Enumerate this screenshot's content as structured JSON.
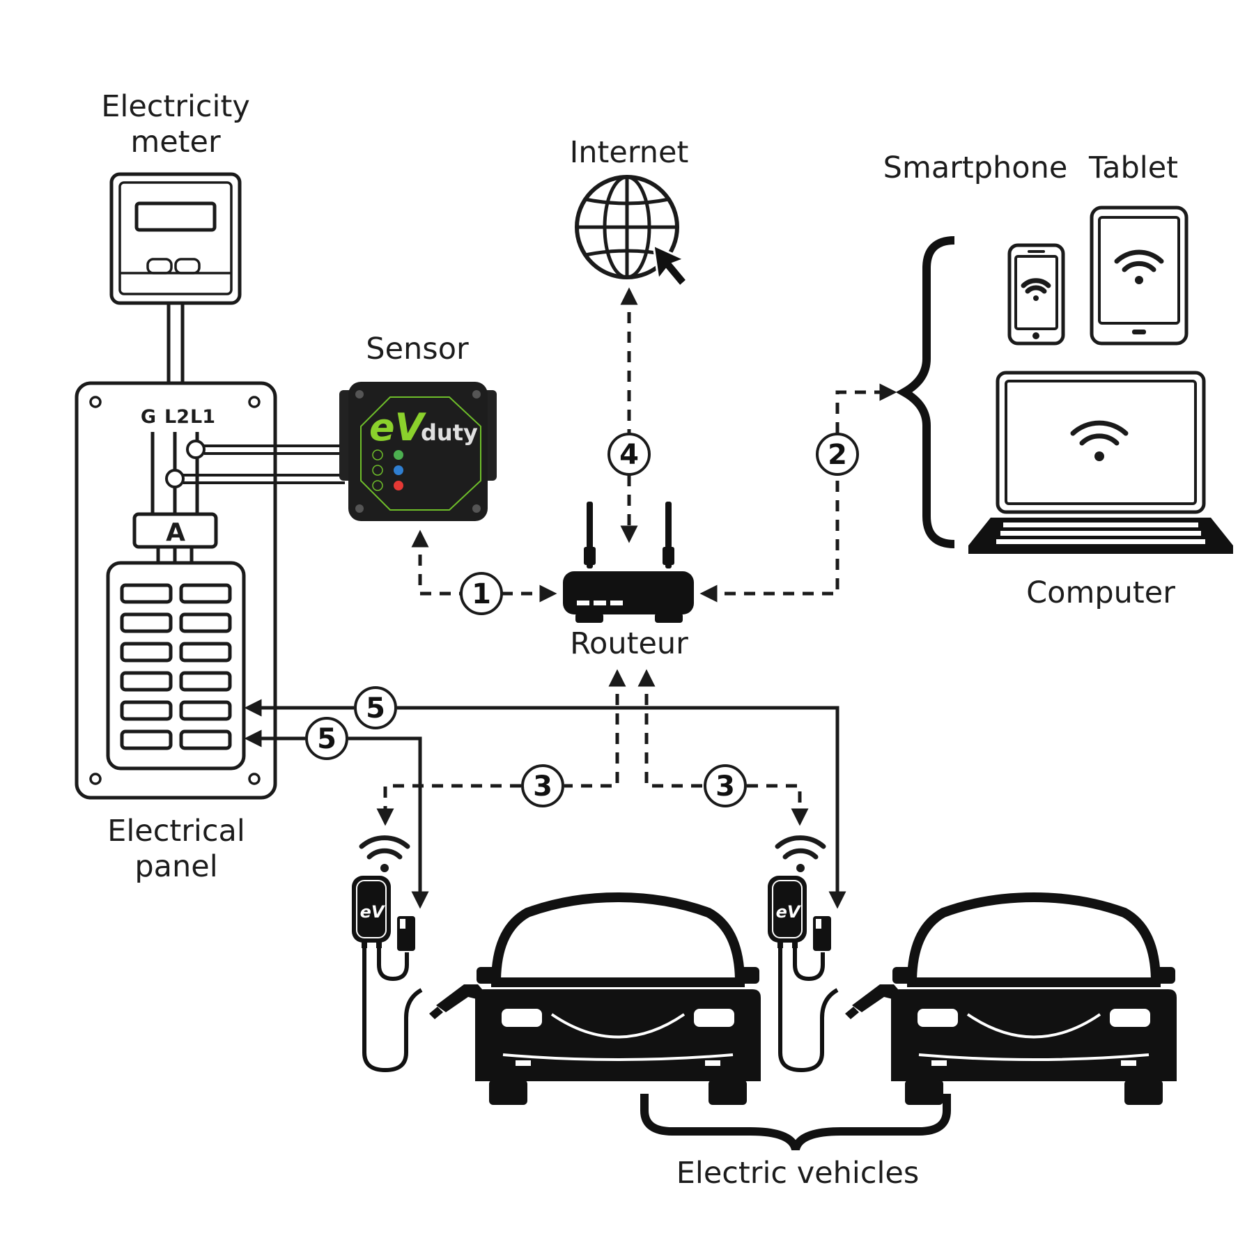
{
  "labels": {
    "electricity_meter_line1": "Electricity",
    "electricity_meter_line2": "meter",
    "internet": "Internet",
    "smartphone": "Smartphone",
    "tablet": "Tablet",
    "sensor": "Sensor",
    "computer": "Computer",
    "router": "Routeur",
    "electrical_panel_line1": "Electrical",
    "electrical_panel_line2": "panel",
    "electric_vehicles": "Electric vehicles"
  },
  "panel": {
    "terminal_g": "G",
    "terminal_l2": "L2",
    "terminal_l1": "L1",
    "main_breaker": "A"
  },
  "sensor_device": {
    "logo_ev": "eV",
    "logo_duty": "duty",
    "accent_color": "#6fbf2a",
    "led_colors": [
      "#4caf50",
      "#2f7fd1",
      "#e53935"
    ]
  },
  "charger_logo": "eV",
  "connections": {
    "sensor_router": "1",
    "router_devices": "2",
    "router_chargers_left": "3",
    "router_chargers_right": "3",
    "router_internet": "4",
    "charger_panel_upper": "5",
    "charger_panel_lower": "5"
  },
  "icons": [
    "globe-icon",
    "cursor-icon",
    "wifi-icon",
    "router-icon",
    "car-icon",
    "charger-icon",
    "plug-icon"
  ]
}
